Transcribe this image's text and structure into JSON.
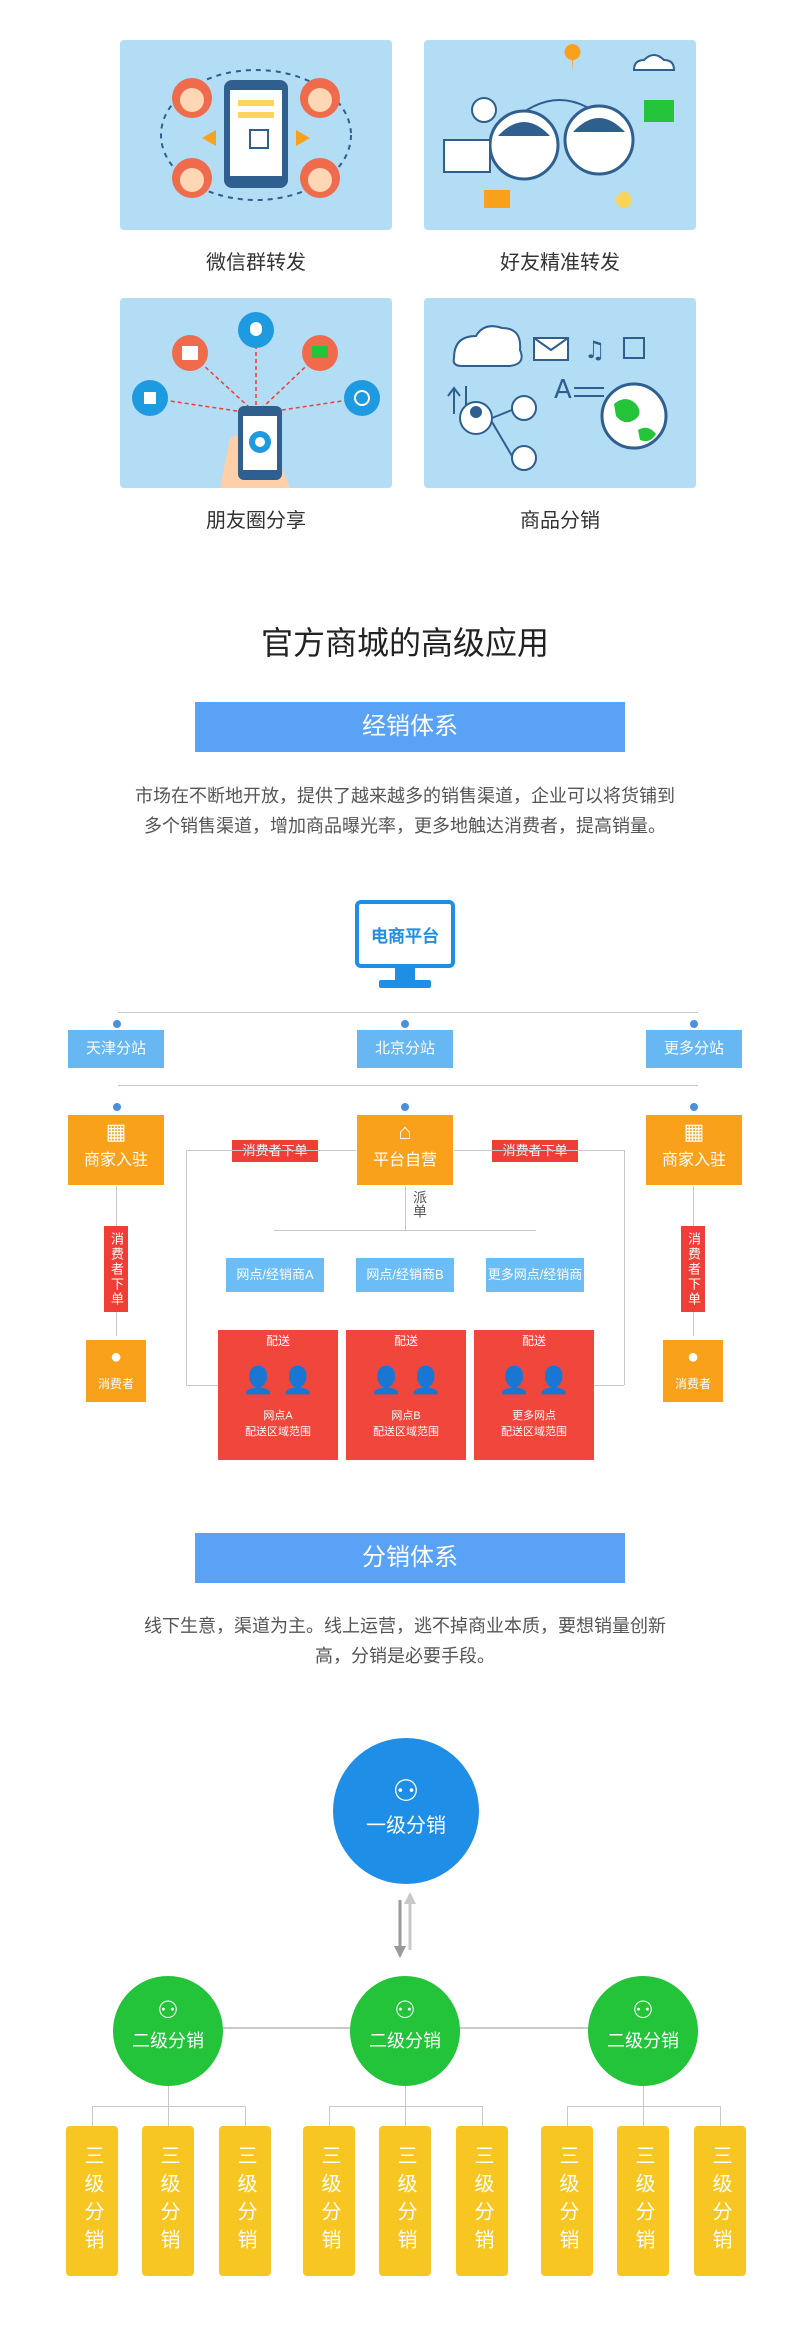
{
  "cards": [
    {
      "label": "微信群转发"
    },
    {
      "label": "好友精准转发"
    },
    {
      "label": "朋友圈分享"
    },
    {
      "label": "商品分销"
    }
  ],
  "main_title": "官方商城的高级应用",
  "dealer": {
    "banner": "经销体系",
    "para_line1": "市场在不断地开放，提供了越来越多的销售渠道，企业可以将货铺到",
    "para_line2": "多个销售渠道，增加商品曝光率，更多地触达消费者，提高销量。",
    "platform": "电商平台",
    "stations": [
      "天津分站",
      "北京分站",
      "更多分站"
    ],
    "merchant_left": "商家入驻",
    "self_run": "平台自营",
    "merchant_right": "商家入驻",
    "order_tag": "消费者下单",
    "dispatch": "派单",
    "vertical_tag": "消费者下单",
    "consumer": "消费者",
    "networks": [
      "网点/经销商A",
      "网点/经销商B",
      "更多网点/经销商"
    ],
    "deliver": "配送",
    "panels": [
      {
        "l1": "网点A",
        "l2": "配送区域范围"
      },
      {
        "l1": "网点B",
        "l2": "配送区域范围"
      },
      {
        "l1": "更多网点",
        "l2": "配送区域范围"
      }
    ]
  },
  "distribution": {
    "banner": "分销体系",
    "para_line1": "线下生意，渠道为主。线上运营，逃不掉商业本质，要想销量创新",
    "para_line2": "高，分销是必要手段。",
    "level1": "一级分销",
    "level2": "二级分销",
    "level3": "三级分销"
  },
  "colors": {
    "blue_banner": "#5aa2f5",
    "orange": "#f9a11b",
    "red": "#ef3e36",
    "green": "#23c43a",
    "yellow": "#f8c623",
    "card_bg": "#b3dcf5"
  }
}
